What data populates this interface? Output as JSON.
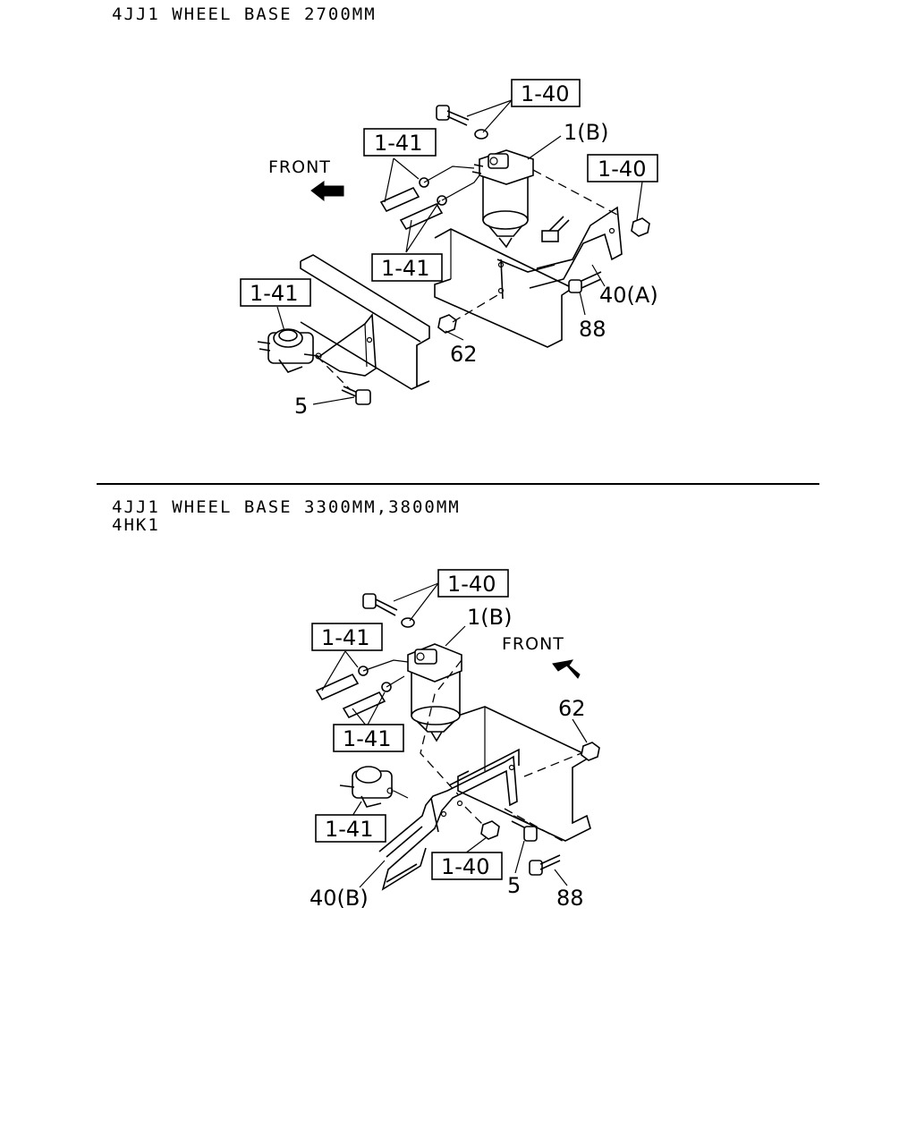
{
  "sections": [
    {
      "title_lines": [
        "4JJ1 WHEEL BASE 2700MM"
      ],
      "front_label": "FRONT",
      "callouts": [
        "1-40",
        "1-41",
        "1-40",
        "1-41",
        "1-41"
      ],
      "labels": [
        "1(B)",
        "40(A)",
        "88",
        "62",
        "5"
      ]
    },
    {
      "title_lines": [
        "4JJ1 WHEEL BASE 3300MM,3800MM",
        "4HK1"
      ],
      "front_label": "FRONT",
      "callouts": [
        "1-40",
        "1-41",
        "1-41",
        "1-41",
        "1-40"
      ],
      "labels": [
        "1(B)",
        "62",
        "40(B)",
        "5",
        "88"
      ]
    }
  ]
}
